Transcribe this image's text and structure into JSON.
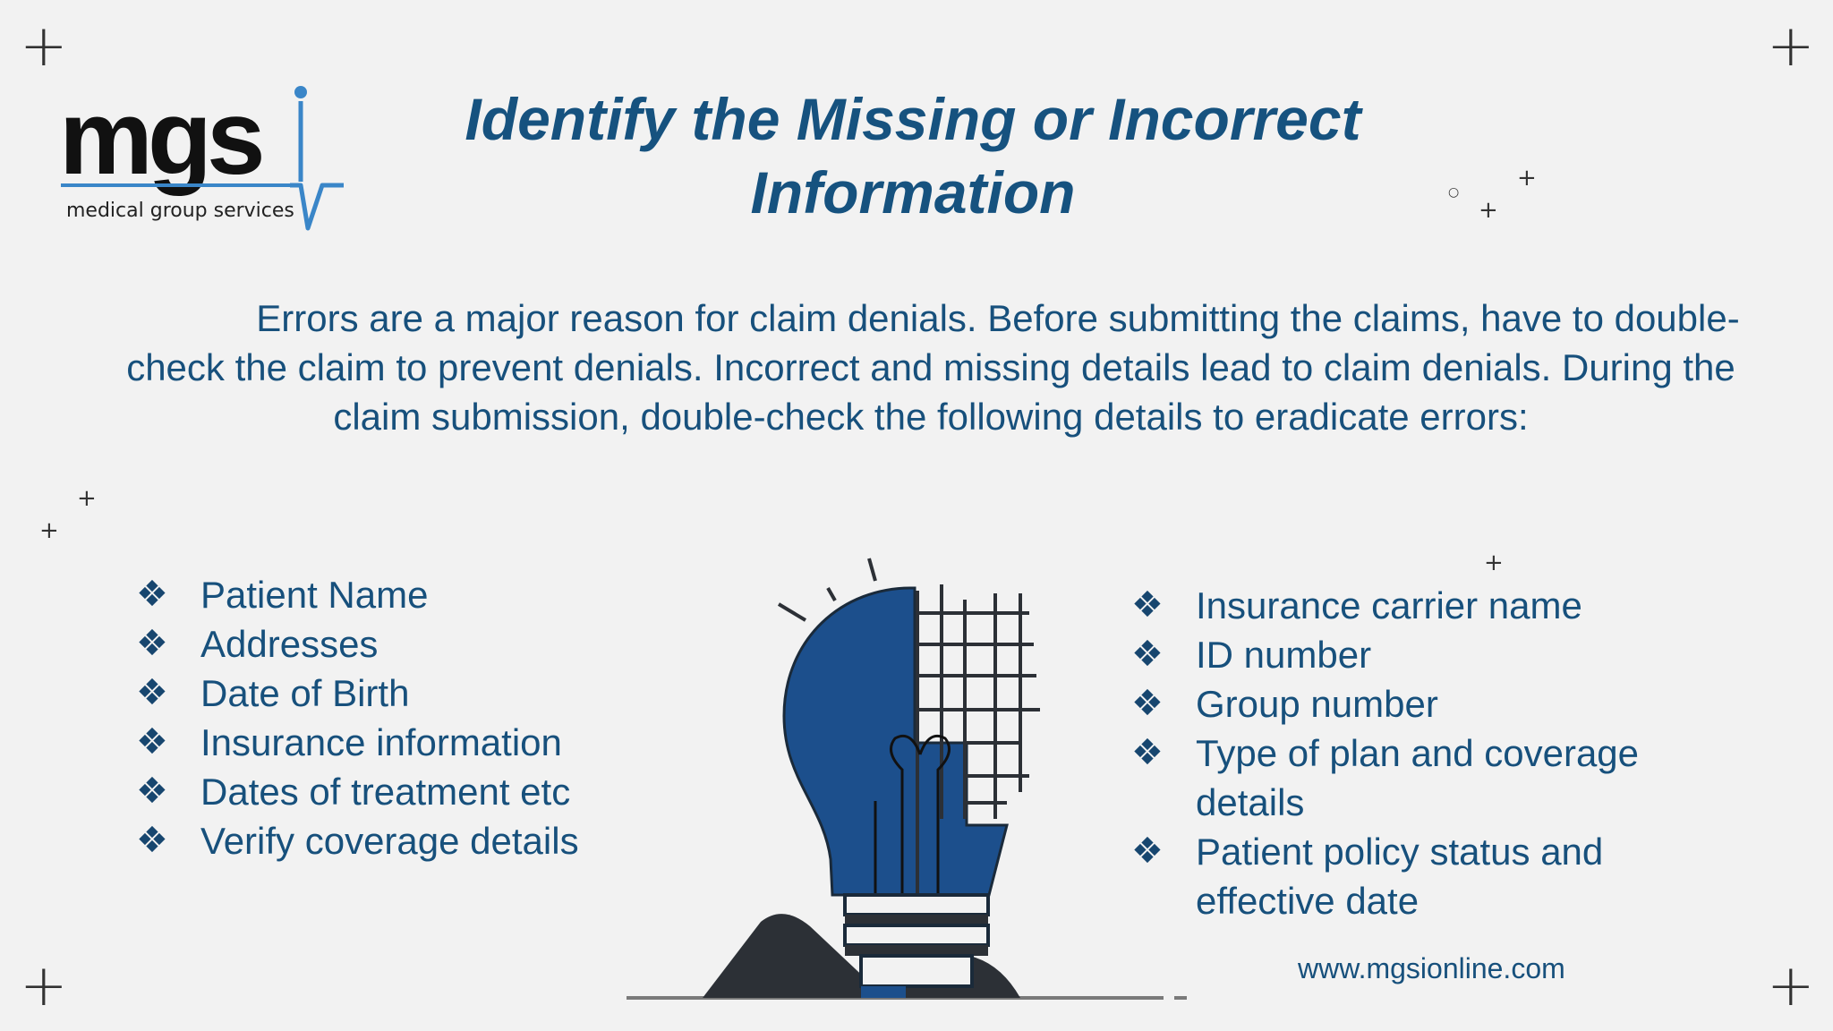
{
  "logo": {
    "wordmark": "mgs",
    "tagline": "medical group services"
  },
  "title": "Identify the Missing or Incorrect Information",
  "intro": "Errors are a major reason for claim denials. Before submitting the claims, have to double-check the claim to prevent denials. Incorrect and missing details lead to claim denials. During the claim submission, double-check the following details to eradicate errors:",
  "left_list": [
    "Patient Name",
    "Addresses",
    "Date of Birth",
    "Insurance information",
    "Dates of treatment etc",
    "Verify coverage details"
  ],
  "right_list": [
    "Insurance carrier name",
    "ID number",
    "Group number",
    "Type of plan and coverage details",
    "Patient policy status and effective date"
  ],
  "bullet_glyph": "❖",
  "icons": {
    "bullet": "four-diamond-bullet-icon",
    "illustration": "lightbulb-head-illustration",
    "corner": "plus-crosshair-icon"
  },
  "colors": {
    "title": "#16527f",
    "text": "#17507c",
    "bulb_blue": "#1c4f8c",
    "background": "#f2f2f2"
  },
  "website": "www.mgsionline.com"
}
